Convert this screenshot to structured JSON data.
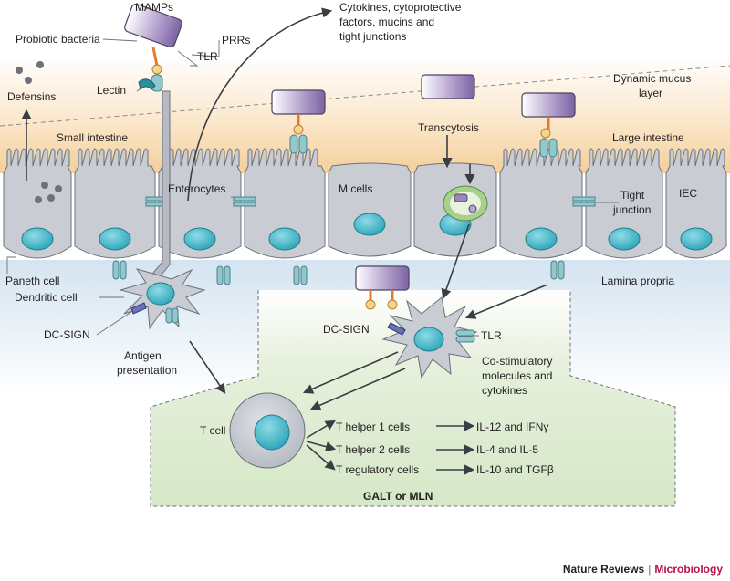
{
  "labels": {
    "mamps": "MAMPs",
    "prrs": "PRRs",
    "probiotic_bacteria": "Probiotic bacteria",
    "tlr_top": "TLR",
    "lectin": "Lectin",
    "defensins": "Defensins",
    "cytokines_line1": "Cytokines, cytoprotective",
    "cytokines_line2": "factors, mucins and",
    "cytokines_line3": "tight junctions",
    "mucus_line1": "Dynamic mucus",
    "mucus_line2": "layer",
    "small_intestine": "Small intestine",
    "large_intestine": "Large intestine",
    "transcytosis": "Transcytosis",
    "enterocytes": "Enterocytes",
    "m_cells": "M cells",
    "tight_line1": "Tight",
    "tight_line2": "junction",
    "iec": "IEC",
    "paneth_cell": "Paneth cell",
    "dendritic_cell": "Dendritic cell",
    "lamina_propria": "Lamina propria",
    "dc_sign_left": "DC-SIGN",
    "dc_sign_center": "DC-SIGN",
    "tlr_center": "TLR",
    "antigen_line1": "Antigen",
    "antigen_line2": "presentation",
    "costim_line1": "Co-stimulatory",
    "costim_line2": "molecules and",
    "costim_line3": "cytokines",
    "t_cell": "T cell",
    "th1": "T helper 1 cells",
    "th2": "T helper 2 cells",
    "treg": "T regulatory cells",
    "il12": "IL-12 and IFNγ",
    "il4": "IL-4 and IL-5",
    "il10": "IL-10 and TGFβ",
    "galt": "GALT or MLN"
  },
  "credit": {
    "journal": "Nature Reviews",
    "section": "Microbiology"
  },
  "colors": {
    "cell": "#c9ccd3",
    "cell_stroke": "#6c7079",
    "nucleus": "#43b8c9",
    "bacteria": "#9c86b9",
    "mucus": "#f6d7ac",
    "galt_fill": "#e3efd8",
    "lamina": "#dbe8f2",
    "receptor_orange": "#e77b2c",
    "receptor_teal": "#8fc9cf"
  }
}
